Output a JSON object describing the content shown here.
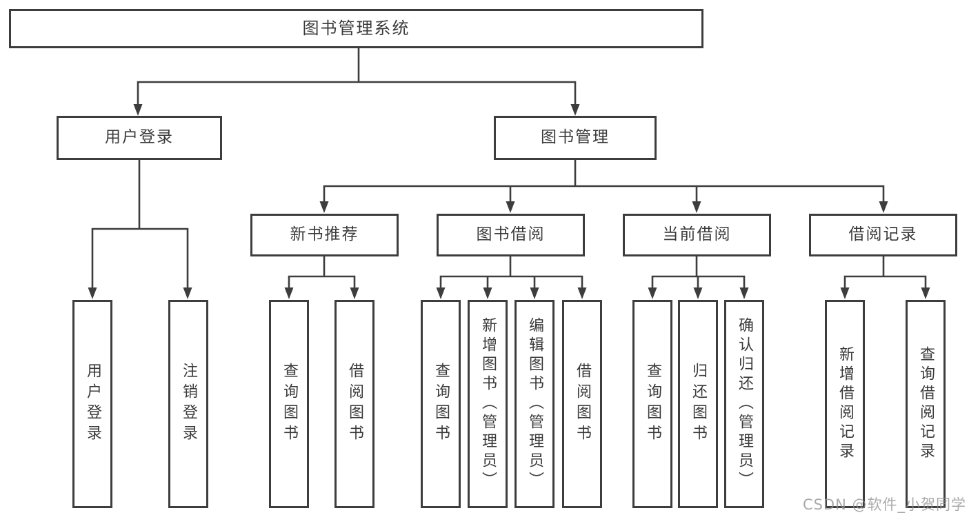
{
  "nodes": {
    "root": {
      "label": "图书管理系统"
    },
    "l2": [
      {
        "label": "用户登录"
      },
      {
        "label": "图书管理"
      }
    ],
    "l3": [
      {
        "label": "新书推荐"
      },
      {
        "label": "图书借阅"
      },
      {
        "label": "当前借阅"
      },
      {
        "label": "借阅记录"
      }
    ],
    "leaves": [
      {
        "label": "用户登录"
      },
      {
        "label": "注销登录"
      },
      {
        "label": "查询图书"
      },
      {
        "label": "借阅图书"
      },
      {
        "label": "查询图书"
      },
      {
        "label": "新增图书（管理员）"
      },
      {
        "label": "编辑图书（管理员）"
      },
      {
        "label": "借阅图书"
      },
      {
        "label": "查询图书"
      },
      {
        "label": "归还图书"
      },
      {
        "label": "确认归还（管理员）"
      },
      {
        "label": "新增借阅记录"
      },
      {
        "label": "查询借阅记录"
      }
    ]
  },
  "watermark": {
    "text": "CSDN @软件_小贺同学"
  },
  "colors": {
    "line": "#3d3d3d",
    "box_border": "#3d3d3d",
    "box_background": "#ffffff",
    "text": "#3a3a3a",
    "watermark": "#929292"
  }
}
